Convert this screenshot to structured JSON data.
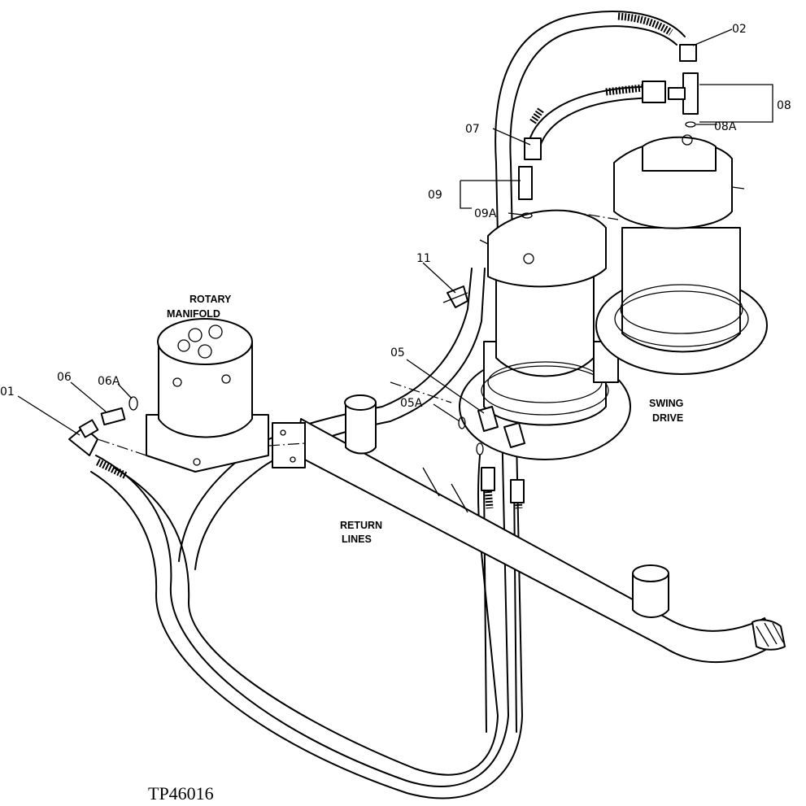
{
  "callouts": {
    "c01": "01",
    "c02": "02",
    "c05": "05",
    "c05a": "05A",
    "c06": "06",
    "c06a": "06A",
    "c07": "07",
    "c08": "08",
    "c08a": "08A",
    "c09": "09",
    "c09a": "09A",
    "c11": "11"
  },
  "labels": {
    "rotary_line1": "ROTARY",
    "rotary_line2": "MANIFOLD",
    "swing_line1": "SWING",
    "swing_line2": "DRIVE",
    "return_line1": "RETURN",
    "return_line2": "LINES"
  },
  "figure_id": "TP46016"
}
